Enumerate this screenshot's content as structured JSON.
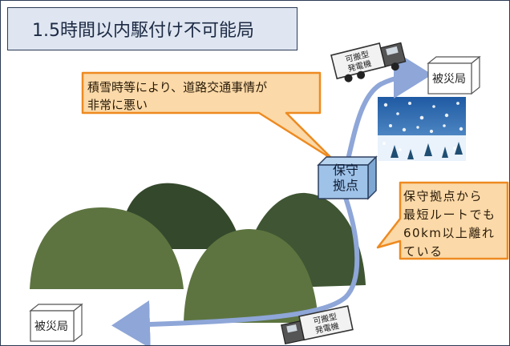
{
  "title": "1.5時間以内駆付け不可能局",
  "callout_snow": "積雪時等により、道路交通事情が\n非常に悪い",
  "callout_distance": "保守拠点から\n最短ルートでも\n60km以上離れ\nている",
  "base_label": "保守\n拠点",
  "station_top_label": "被災局",
  "station_bottom_label": "被災局",
  "generator_label_line1": "可搬型",
  "generator_label_line2": "発電機",
  "colors": {
    "title_bg": "#dfe6f1",
    "callout_fill": "#fbd9a8",
    "callout_border": "#ee8a20",
    "base_fill": "#9fc3e8",
    "route": "#8ea6d8",
    "mountain_dark": "#3c5234",
    "mountain_light": "#5d7440",
    "snow_sky": "#2c67ad"
  }
}
